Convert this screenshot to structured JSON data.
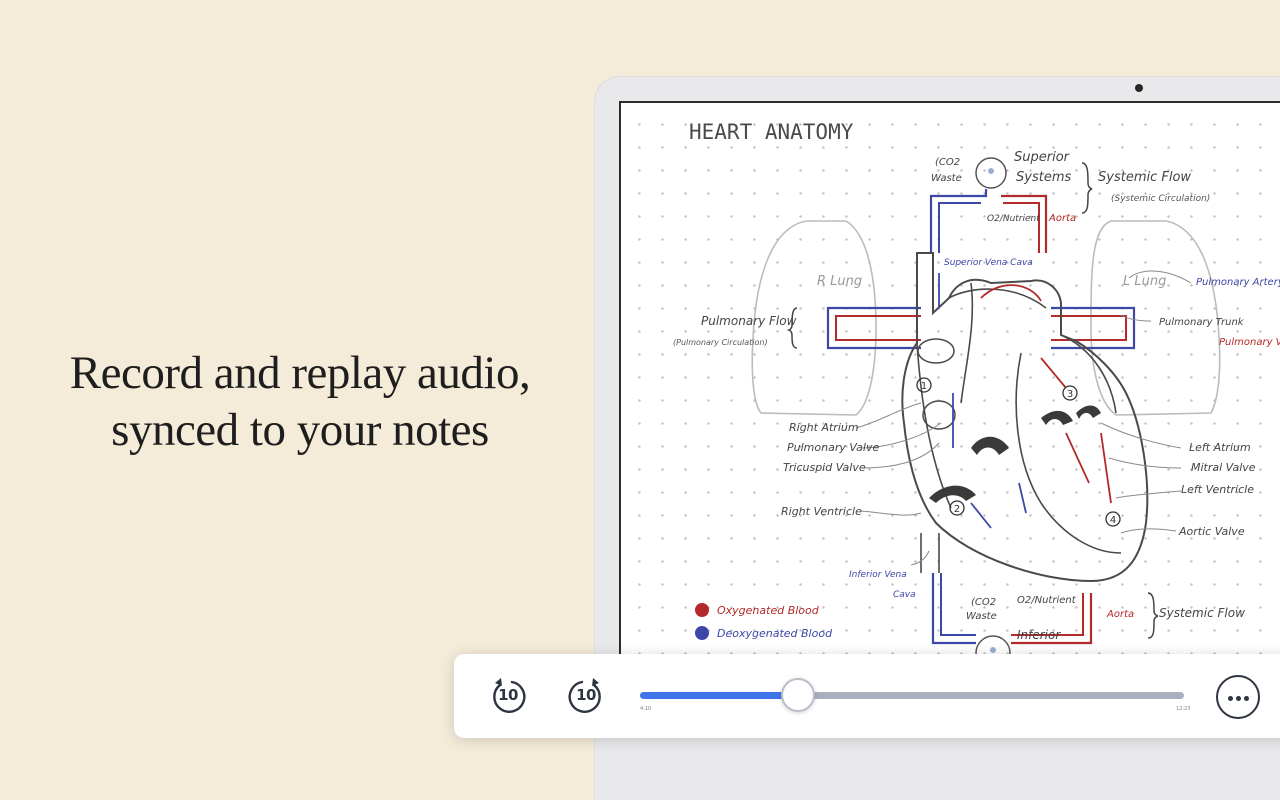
{
  "headline": {
    "line1": "Record and replay audio,",
    "line2": "synced to your notes"
  },
  "note": {
    "title": "HEART ANATOMY",
    "labels": {
      "co2_waste_top_1": "(CO2",
      "co2_waste_top_2": "Waste",
      "superior_1": "Superior",
      "superior_2": "Systems",
      "systemic_flow_top": "Systemic Flow",
      "systemic_circulation": "(Systemic Circulation)",
      "o2_nutrient_top": "O2/Nutrient",
      "aorta_top": "Aorta",
      "superior_vena_cava": "Superior Vena Cava",
      "r_lung": "R Lung",
      "l_lung": "L Lung",
      "pulmonary_artery": "Pulmonary Artery",
      "pulmonary_flow": "Pulmonary Flow",
      "pulmonary_circulation": "(Pulmonary Circulation)",
      "pulmonary_trunk": "Pulmonary Trunk",
      "pulmonary_vein": "Pulmonary Vein",
      "right_atrium": "Right Atrium",
      "pulmonary_valve": "Pulmonary Valve",
      "tricuspid_valve": "Tricuspid Valve",
      "right_ventricle": "Right Ventricle",
      "left_atrium": "Left Atrium",
      "mitral_valve": "Mitral Valve",
      "left_ventricle": "Left Ventricle",
      "aortic_valve": "Aortic Valve",
      "inferior_vena_cava_1": "Inferior Vena",
      "inferior_vena_cava_2": "Cava",
      "co2_waste_bottom_1": "(CO2",
      "co2_waste_bottom_2": "Waste",
      "o2_nutrient_bottom": "O2/Nutrient",
      "aorta_bottom": "Aorta",
      "systemic_flow_bottom": "Systemic Flow",
      "inferior_1": "Inferior",
      "num_1": "1",
      "num_2": "2",
      "num_3": "3",
      "num_4": "4"
    },
    "legend": [
      {
        "label": "Oxygenated Blood",
        "color": "#b22a2a"
      },
      {
        "label": "Deoxygenated Blood",
        "color": "#3d47a8"
      }
    ]
  },
  "player": {
    "rewind_seconds": "10",
    "forward_seconds": "10",
    "progress_fraction": 0.29,
    "elapsed": "4:10",
    "total": "12:23",
    "more_icon": "more-horizontal-icon"
  },
  "colors": {
    "oxygenated": "#b22a2a",
    "deoxygenated": "#3d47a8",
    "progress": "#3f74ea",
    "background": "#f5ebd9"
  }
}
